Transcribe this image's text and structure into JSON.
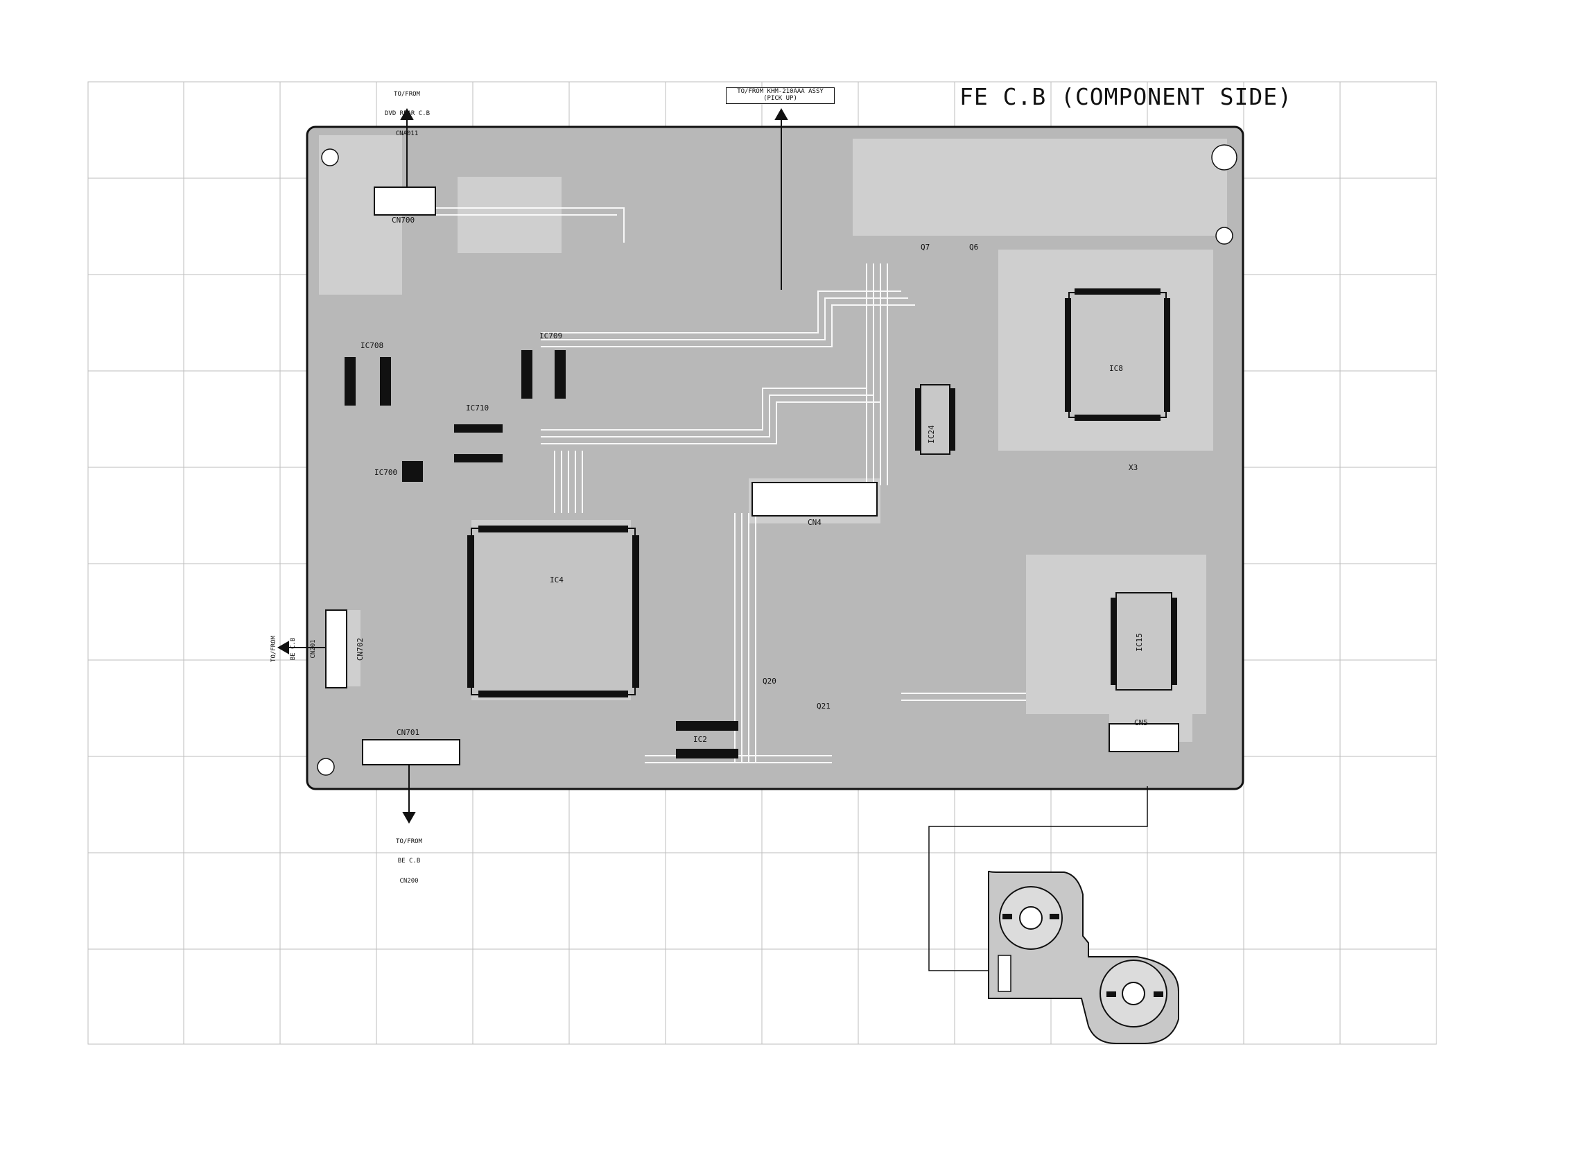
{
  "title": "FE C.B (COMPONENT SIDE)",
  "connector_notes": {
    "top_left": [
      "TO/FROM",
      "DVD REAR C.B",
      "CNA011"
    ],
    "top_center": [
      "TO/FROM KHM-210AAA ASSY",
      "(PICK UP)"
    ],
    "left": [
      "TO/FROM",
      "BE C.B",
      "CN201"
    ],
    "bottom": [
      "TO/FROM",
      "BE C.B",
      "CN200"
    ]
  },
  "ic_labels": [
    "IC708",
    "IC709",
    "IC710",
    "IC700",
    "IC4",
    "IC24",
    "IC8",
    "IC15",
    "IC2",
    "CN700",
    "CN702",
    "CN701",
    "CN4",
    "CN5",
    "X3",
    "Q20",
    "Q21",
    "Q6",
    "Q7"
  ]
}
